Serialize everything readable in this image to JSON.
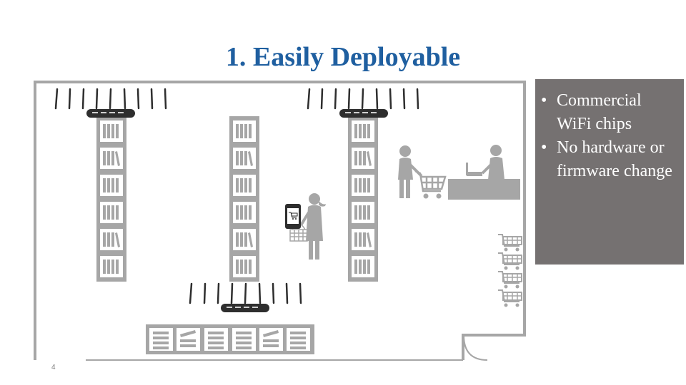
{
  "slide": {
    "title": "1. Easily Deployable",
    "bullets": [
      "Commercial WiFi chips",
      "No hardware or firmware change"
    ],
    "page_number": "4"
  },
  "colors": {
    "title": "#1f5fa0",
    "panel": "#757171",
    "drawing": "#a6a6a6",
    "ap": "#2e2e2e"
  },
  "icons": [
    "wifi-access-point-icon",
    "antenna-icon",
    "bookshelf-icon",
    "shopper-with-basket-icon",
    "smartphone-icon",
    "shopper-with-cart-icon",
    "cashier-icon",
    "checkout-counter-icon",
    "shopping-cart-icon"
  ]
}
